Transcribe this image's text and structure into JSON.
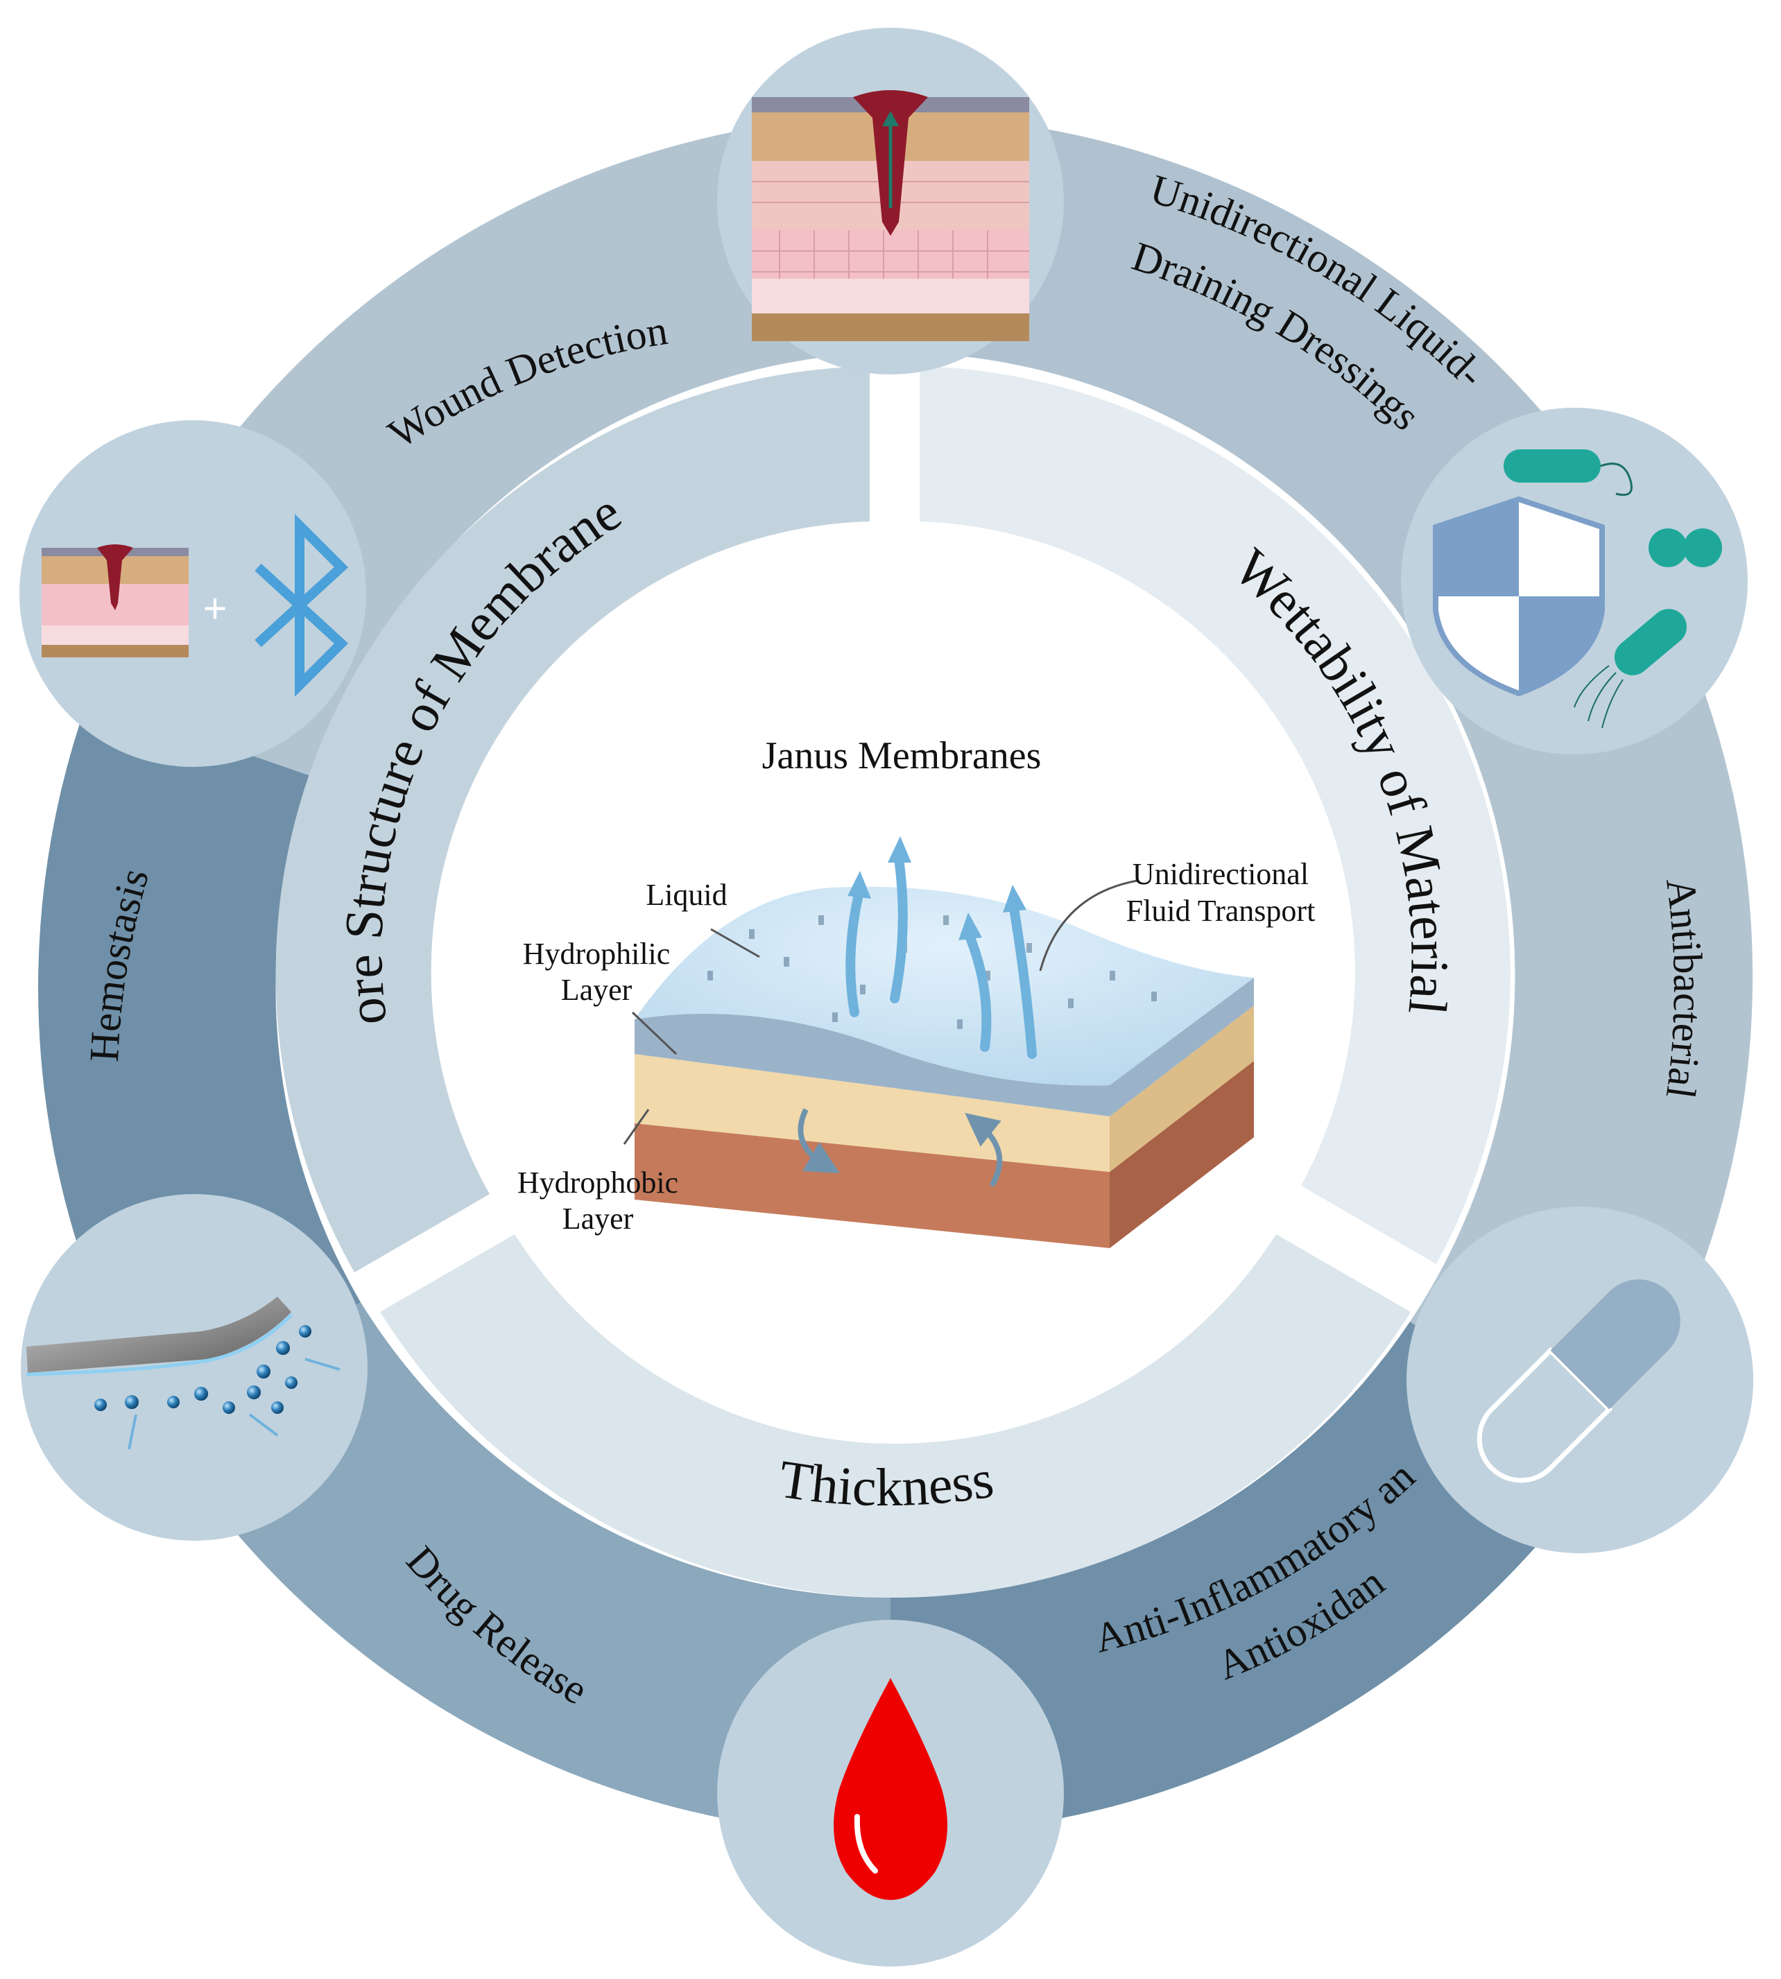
{
  "colors": {
    "outer_ring_light": "#b3c4d1",
    "outer_ring_dark": "#6f90a8",
    "outer_ring_mid": "#8ba8bd",
    "inner_sector_pore": "#c3d3de",
    "inner_sector_wettability": "#e4ecf1",
    "inner_sector_thickness": "#dbe5ec",
    "node_circle": "#c0d2de",
    "hydrophilic_layer": "#9bb3c9",
    "middle_layer": "#f1d9ac",
    "hydrophobic_layer": "#c57b5b",
    "liquid_surface": "#c8e1f1",
    "arrow_blue": "#6fb2dc",
    "blood_red": "#ee0000",
    "bacteria_teal": "#1fa89a",
    "shield_blue": "#7b9fc8",
    "bluetooth_blue": "#4aa0d8"
  },
  "outer_ring": {
    "wound_detection": "Wound Detection",
    "unidirectional_line1": "Unidirectional Liquid-",
    "unidirectional_line2": "Draining Dressings",
    "antibacterial": "Antibacterial",
    "anti_inflammatory_line1": "Anti-Inflammatory and",
    "anti_inflammatory_line2": "Antioxidant",
    "drug_release": "Drug Release",
    "hemostasis": "Hemostasis"
  },
  "inner_ring": {
    "pore_structure": "Pore  Structure of Membranes",
    "wettability": "Wettability of Materials",
    "thickness": "Thickness"
  },
  "center": {
    "title": "Janus Membranes",
    "liquid": "Liquid",
    "hydrophilic_line1": "Hydrophilic",
    "hydrophilic_line2": "Layer",
    "hydrophobic_line1": "Hydrophobic",
    "hydrophobic_line2": "Layer",
    "transport_line1": "Unidirectional",
    "transport_line2": "Fluid Transport"
  },
  "icons": {
    "top": "skin-wound-drainage-icon",
    "upper_right": "antibacterial-shield-icon",
    "lower_right": "capsule-icon",
    "bottom": "blood-drop-icon",
    "lower_left": "drug-release-film-icon",
    "upper_left": "wound-bluetooth-sensor-icon"
  }
}
